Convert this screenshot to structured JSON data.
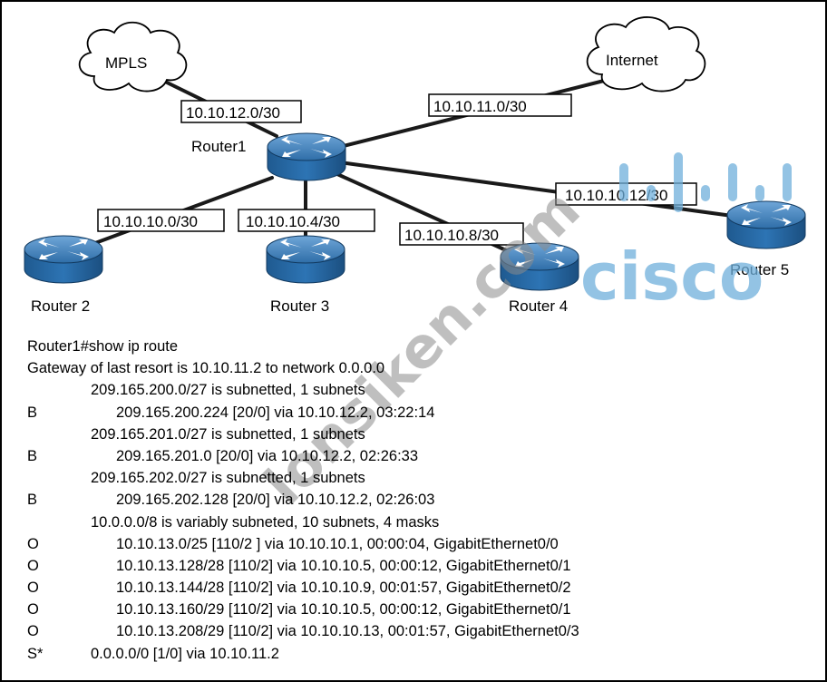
{
  "clouds": {
    "mpls": "MPLS",
    "internet": "Internet"
  },
  "routers": {
    "r1": "Router1",
    "r2": "Router 2",
    "r3": "Router 3",
    "r4": "Router 4",
    "r5": "Router 5"
  },
  "subnets": {
    "mpls_link": "10.10.12.0/30",
    "internet_link": "10.10.11.0/30",
    "r2_link": "10.10.10.0/30",
    "r3_link": "10.10.10.4/30",
    "r4_link": "10.10.10.8/30",
    "r5_link": "10.10.10.12/30"
  },
  "watermark": {
    "site": "lonsiken.com",
    "brand": "cisco"
  },
  "output": {
    "prompt": "Router1#show ip route",
    "gateway": "Gateway of last resort is 10.10.11.2 to network 0.0.0.0",
    "lines": [
      {
        "code": "",
        "indent": 1,
        "text": "209.165.200.0/27 is subnetted, 1 subnets"
      },
      {
        "code": "B",
        "indent": 2,
        "text": "209.165.200.224 [20/0] via 10.10.12.2, 03:22:14"
      },
      {
        "code": "",
        "indent": 1,
        "text": "209.165.201.0/27 is subnetted, 1 subnets"
      },
      {
        "code": "B",
        "indent": 2,
        "text": "209.165.201.0 [20/0] via 10.10.12.2, 02:26:33"
      },
      {
        "code": "",
        "indent": 1,
        "text": "209.165.202.0/27 is subnetted, 1 subnets"
      },
      {
        "code": "B",
        "indent": 2,
        "text": "209.165.202.128 [20/0] via 10.10.12.2, 02:26:03"
      },
      {
        "code": "",
        "indent": 1,
        "text": "10.0.0.0/8 is variably subneted, 10 subnets, 4 masks"
      },
      {
        "code": "O",
        "indent": 2,
        "text": "10.10.13.0/25 [110/2 ] via 10.10.10.1, 00:00:04, GigabitEthernet0/0"
      },
      {
        "code": "O",
        "indent": 2,
        "text": "10.10.13.128/28 [110/2] via 10.10.10.5, 00:00:12, GigabitEthernet0/1"
      },
      {
        "code": "O",
        "indent": 2,
        "text": "10.10.13.144/28 [110/2] via 10.10.10.9, 00:01:57, GigabitEthernet0/2"
      },
      {
        "code": "O",
        "indent": 2,
        "text": "10.10.13.160/29 [110/2] via 10.10.10.5, 00:00:12, GigabitEthernet0/1"
      },
      {
        "code": "O",
        "indent": 2,
        "text": "10.10.13.208/29 [110/2] via 10.10.10.13, 00:01:57, GigabitEthernet0/3"
      },
      {
        "code": "S*",
        "indent": 1,
        "text": "0.0.0.0/0 [1/0] via 10.10.11.2"
      }
    ]
  }
}
